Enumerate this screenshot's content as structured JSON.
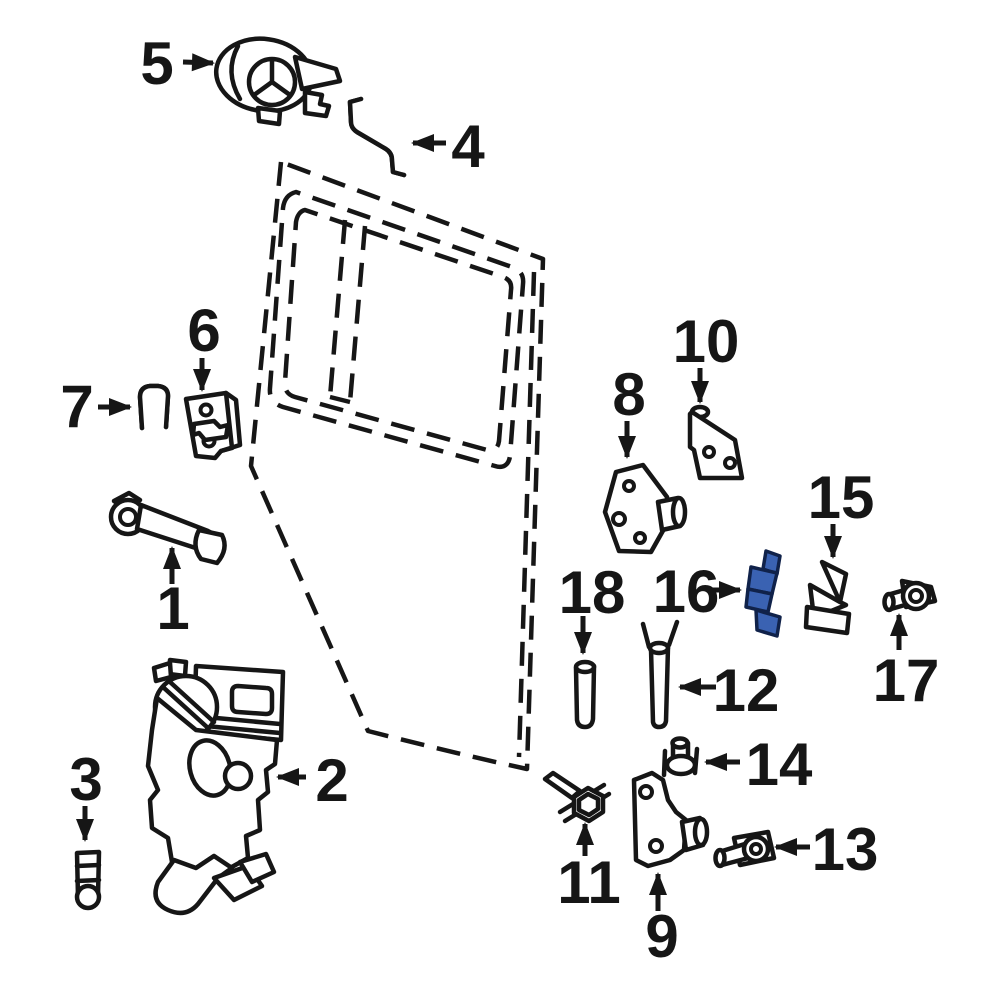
{
  "canvas": {
    "background": "#ffffff",
    "line_color": "#161616"
  },
  "selected_part": {
    "id": "16",
    "fill": "#3a62b2",
    "outline": "#10224a"
  },
  "callouts": {
    "c1": {
      "label": "1",
      "part": "outside-door-handle"
    },
    "c2": {
      "label": "2",
      "part": "door-latch-assembly"
    },
    "c3": {
      "label": "3",
      "part": "lock-cylinder-pin"
    },
    "c4": {
      "label": "4",
      "part": "lock-rod"
    },
    "c5": {
      "label": "5",
      "part": "inside-door-handle"
    },
    "c6": {
      "label": "6",
      "part": "mounting-bracket"
    },
    "c7": {
      "label": "7",
      "part": "rod-clip"
    },
    "c8": {
      "label": "8",
      "part": "upper-hinge-plate"
    },
    "c9": {
      "label": "9",
      "part": "lower-hinge-bracket"
    },
    "c10": {
      "label": "10",
      "part": "door-hinge-plate"
    },
    "c11": {
      "label": "11",
      "part": "hex-flange-bolt"
    },
    "c12": {
      "label": "12",
      "part": "hinge-pin"
    },
    "c13": {
      "label": "13",
      "part": "pin-with-washer"
    },
    "c14": {
      "label": "14",
      "part": "bushing-grommet"
    },
    "c15": {
      "label": "15",
      "part": "check-bracket"
    },
    "c16": {
      "label": "16",
      "part": "striker-shim-selected"
    },
    "c17": {
      "label": "17",
      "part": "washer-pin"
    },
    "c18": {
      "label": "18",
      "part": "dowel-pin"
    }
  }
}
